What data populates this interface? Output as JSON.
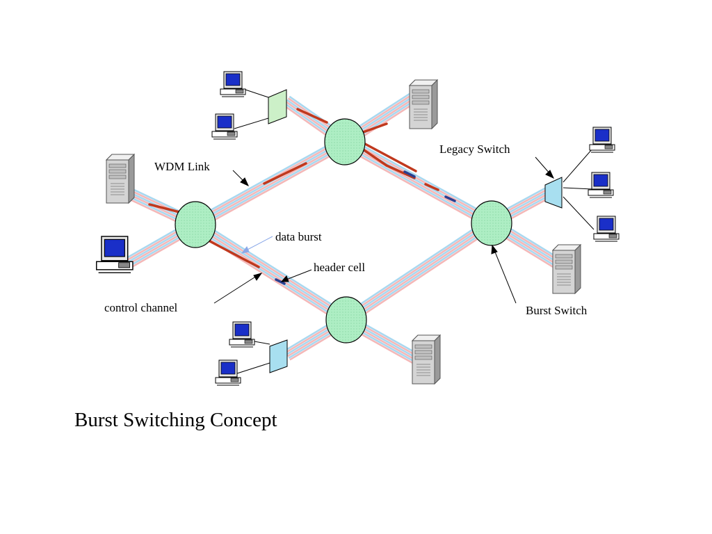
{
  "caption": "Burst Switching Concept",
  "labels": {
    "wdm_link": "WDM Link",
    "legacy_switch": "Legacy Switch",
    "data_burst": "data burst",
    "header_cell": "header cell",
    "control_channel": "control channel",
    "burst_switch": "Burst Switch"
  },
  "colors": {
    "fiber_outer": "#a8d8f0",
    "fiber_inner": "#f4b8b8",
    "burst": "#c0391e",
    "header": "#2a3f8f",
    "burst_switch_fill": "#aeeec4",
    "legacy_switch_green": "#ccf0c8",
    "legacy_switch_blue": "#a8dff0",
    "screen": "#1a2fc8"
  },
  "icons": [
    "workstation-icon",
    "server-icon",
    "burst-switch-node",
    "legacy-switch-icon"
  ]
}
